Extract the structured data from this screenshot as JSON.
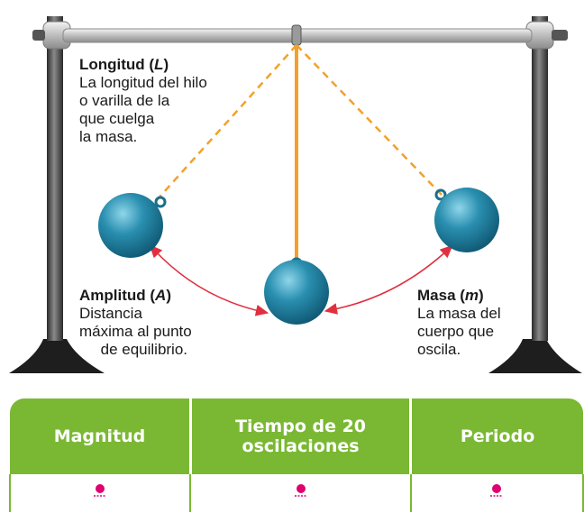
{
  "labels": {
    "longitud": {
      "title_prefix": "Longitud (",
      "title_var": "L",
      "title_suffix": ")",
      "body": "La longitud del hilo\no varilla de la\nque cuelga\nla masa."
    },
    "amplitud": {
      "title_prefix": "Amplitud (",
      "title_var": "A",
      "title_suffix": ")",
      "body": "Distancia\nmáxima al punto\n     de equilibrio."
    },
    "masa": {
      "title_prefix": "Masa (",
      "title_var": "m",
      "title_suffix": ")",
      "body": "La masa del\ncuerpo que\noscila."
    }
  },
  "table": {
    "headers": [
      "Magnitud",
      "Tiempo de 20\noscilaciones",
      "Periodo"
    ]
  },
  "colors": {
    "table_header": "#7ab833",
    "string": "#f2a12a",
    "arc": "#e03040",
    "ball": "#2a8fb0",
    "stand": "#3a3a3a",
    "marker": "#e0006f"
  },
  "icons": [
    "pendulum-stand-icon",
    "pendulum-ball-icon",
    "pencil-marker-icon"
  ]
}
